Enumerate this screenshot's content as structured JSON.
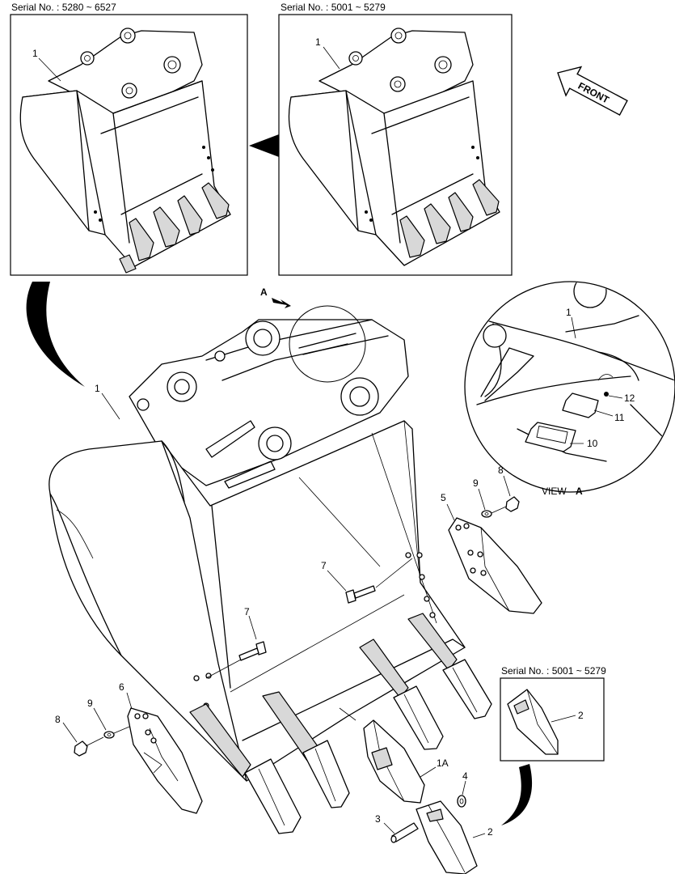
{
  "top_left_panel": {
    "serial_label": "Serial No. : 5280 ~ 6527",
    "callouts": [
      "1"
    ]
  },
  "top_right_panel": {
    "serial_label": "Serial No. : 5001 ~ 5279",
    "callouts": [
      "1"
    ]
  },
  "front_arrow": {
    "label": "FRONT"
  },
  "view_a": {
    "title": "VIEW",
    "letter": "A",
    "callouts": [
      "1",
      "12",
      "11",
      "10"
    ]
  },
  "tooth_panel": {
    "serial_label": "Serial No. : 5001 ~ 5279",
    "callouts": [
      "2"
    ]
  },
  "main_view": {
    "section_marker": "A",
    "callouts": [
      "1",
      "5",
      "6",
      "7",
      "7",
      "8",
      "8",
      "9",
      "9",
      "1A",
      "2",
      "3",
      "4"
    ]
  }
}
